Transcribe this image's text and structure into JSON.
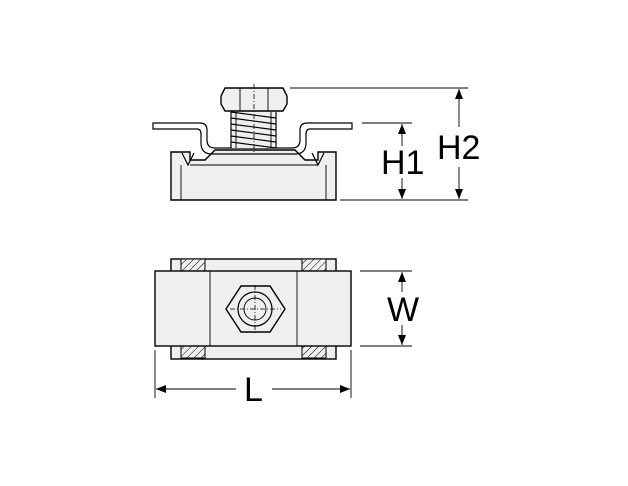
{
  "dimensions": {
    "H1": "H1",
    "H2": "H2",
    "W": "W",
    "L": "L"
  },
  "colors": {
    "line": "#000000",
    "part_fill": "#efefef",
    "background": "#ffffff"
  }
}
